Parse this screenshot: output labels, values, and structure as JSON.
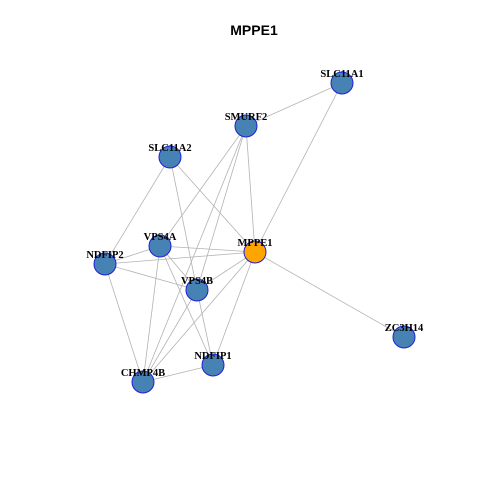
{
  "title": "MPPE1",
  "colors": {
    "node_default": "#4682b4",
    "node_highlight": "#ffa500",
    "node_border": "#1f1fd6",
    "edge": "#b3b3b3"
  },
  "nodes": [
    {
      "id": "SLC11A1",
      "label": "SLC11A1",
      "highlight": false
    },
    {
      "id": "SMURF2",
      "label": "SMURF2",
      "highlight": false
    },
    {
      "id": "SLC11A2",
      "label": "SLC11A2",
      "highlight": false
    },
    {
      "id": "VPS4A",
      "label": "VPS4A",
      "highlight": false
    },
    {
      "id": "MPPE1",
      "label": "MPPE1",
      "highlight": true
    },
    {
      "id": "NDFIP2",
      "label": "NDFIP2",
      "highlight": false
    },
    {
      "id": "VPS4B",
      "label": "VPS4B",
      "highlight": false
    },
    {
      "id": "ZC3H14",
      "label": "ZC3H14",
      "highlight": false
    },
    {
      "id": "NDFIP1",
      "label": "NDFIP1",
      "highlight": false
    },
    {
      "id": "CHMP4B",
      "label": "CHMP4B",
      "highlight": false
    }
  ],
  "edges": [
    [
      "SLC11A1",
      "SMURF2"
    ],
    [
      "SLC11A1",
      "MPPE1"
    ],
    [
      "SMURF2",
      "VPS4A"
    ],
    [
      "SMURF2",
      "MPPE1"
    ],
    [
      "SMURF2",
      "VPS4B"
    ],
    [
      "SMURF2",
      "CHMP4B"
    ],
    [
      "SLC11A2",
      "NDFIP2"
    ],
    [
      "SLC11A2",
      "MPPE1"
    ],
    [
      "SLC11A2",
      "VPS4B"
    ],
    [
      "VPS4A",
      "NDFIP2"
    ],
    [
      "VPS4A",
      "MPPE1"
    ],
    [
      "VPS4A",
      "VPS4B"
    ],
    [
      "VPS4A",
      "NDFIP1"
    ],
    [
      "VPS4A",
      "CHMP4B"
    ],
    [
      "MPPE1",
      "NDFIP2"
    ],
    [
      "MPPE1",
      "VPS4B"
    ],
    [
      "MPPE1",
      "ZC3H14"
    ],
    [
      "MPPE1",
      "NDFIP1"
    ],
    [
      "MPPE1",
      "CHMP4B"
    ],
    [
      "NDFIP2",
      "VPS4B"
    ],
    [
      "NDFIP2",
      "CHMP4B"
    ],
    [
      "VPS4B",
      "NDFIP1"
    ],
    [
      "VPS4B",
      "CHMP4B"
    ],
    [
      "NDFIP1",
      "CHMP4B"
    ]
  ]
}
